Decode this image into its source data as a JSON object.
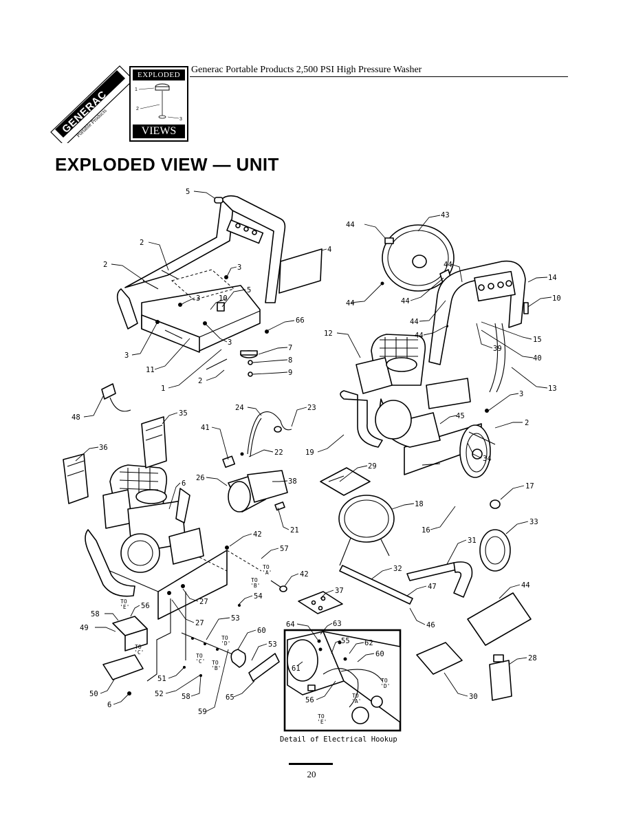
{
  "header": {
    "brand_text": "GENERAC",
    "brand_sub": "Portable Products",
    "thumb_top": "EXPLODED",
    "thumb_bottom": "VIEWS",
    "thumb_labels": [
      "1",
      "2",
      "3"
    ],
    "title": "Generac Portable Products 2,500 PSI High Pressure Washer"
  },
  "page": {
    "title": "EXPLODED VIEW — UNIT",
    "number": "20"
  },
  "detail": {
    "caption": "Detail of Electrical Hookup"
  },
  "callouts": {
    "c5top": "5",
    "c43": "43",
    "c44a": "44",
    "c2a": "2",
    "c4": "4",
    "c2b": "2",
    "c3a": "3",
    "c44b": "44",
    "c14": "14",
    "c5b": "5",
    "c3b": "3",
    "c10a": "10",
    "c44c": "44",
    "c10b": "10",
    "c44d": "44",
    "c66": "66",
    "c3c": "3",
    "c44e": "44",
    "c15": "15",
    "c44f": "44",
    "c3d": "3",
    "c12": "12",
    "c39": "39",
    "c7": "7",
    "c40": "40",
    "c11": "11",
    "c8": "8",
    "c1": "1",
    "c2c": "2",
    "c9": "9",
    "c13": "13",
    "c3e": "3",
    "c48": "48",
    "c24": "24",
    "c23": "23",
    "c35": "35",
    "c45": "45",
    "c2d": "2",
    "c41": "41",
    "c22": "22",
    "c19": "19",
    "c36": "36",
    "c34": "34",
    "c26": "26",
    "c6a": "6",
    "c38": "38",
    "c29": "29",
    "c17": "17",
    "c18": "18",
    "c21": "21",
    "c42a": "42",
    "c16": "16",
    "c33": "33",
    "c31": "31",
    "c57": "57",
    "c42b": "42",
    "c32": "32",
    "c47": "47",
    "c44g": "44",
    "c37": "37",
    "c27a": "27",
    "c54": "54",
    "c56a": "56",
    "c58a": "58",
    "c53a": "53",
    "c46": "46",
    "c49": "49",
    "c27b": "27",
    "c60a": "60",
    "c64": "64",
    "c63": "63",
    "c28": "28",
    "c53b": "53",
    "c55": "55",
    "c62": "62",
    "c60b": "60",
    "c61": "61",
    "c50": "50",
    "c51": "51",
    "c52": "52",
    "c58b": "58",
    "c65": "65",
    "c30": "30",
    "c6b": "6",
    "c59": "59",
    "c56b": "56"
  },
  "connectors": {
    "to_a1": "TO",
    "to_a2": "'A'",
    "to_b1": "TO",
    "to_b2": "'B'",
    "to_e1": "TO",
    "to_e2": "'E'",
    "to_c1": "TO",
    "to_c2": "'C'",
    "to_d1": "TO",
    "to_d2": "'D'",
    "to_c3": "TO",
    "to_c4": "'C'",
    "to_b3": "TO",
    "to_b4": "'B'",
    "to_d3": "TO",
    "to_d4": "'D'",
    "to_a3": "TO",
    "to_a4": "'A'",
    "to_e3": "TO",
    "to_e4": "'E'"
  }
}
